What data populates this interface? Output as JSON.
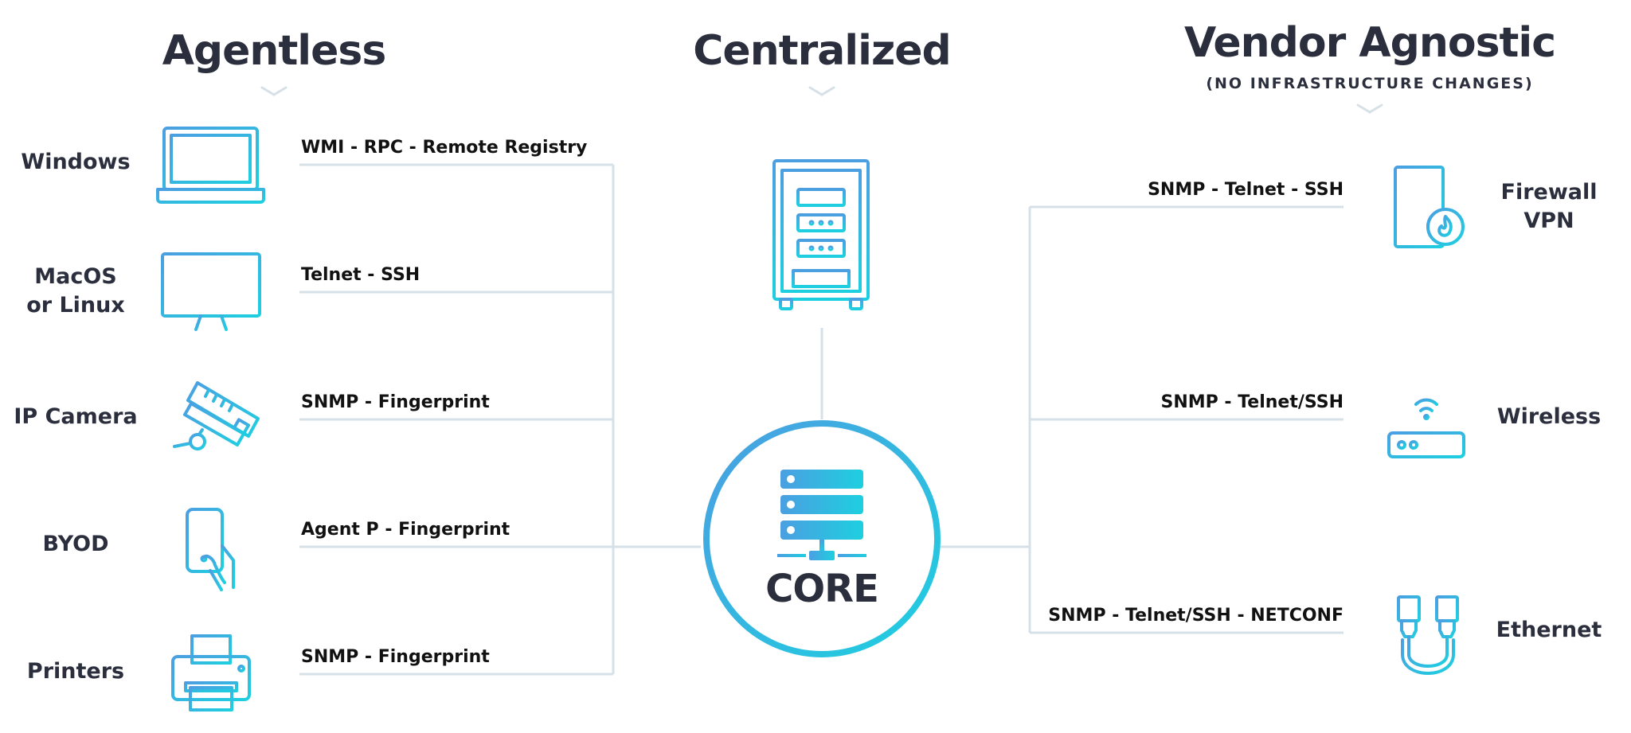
{
  "headers": {
    "agentless": "Agentless",
    "centralized": "Centralized",
    "vendor_agnostic": "Vendor Agnostic",
    "vendor_agnostic_sub": "(NO INFRASTRUCTURE CHANGES)"
  },
  "left_devices": [
    {
      "label": "Windows",
      "protocol": "WMI - RPC - Remote Registry",
      "icon": "laptop-icon"
    },
    {
      "label": "MacOS\nor Linux",
      "protocol": "Telnet - SSH",
      "icon": "monitor-icon"
    },
    {
      "label": "IP Camera",
      "protocol": "SNMP - Fingerprint",
      "icon": "ip-camera-icon"
    },
    {
      "label": "BYOD",
      "protocol": "Agent P - Fingerprint",
      "icon": "smartphone-icon"
    },
    {
      "label": "Printers",
      "protocol": "SNMP - Fingerprint",
      "icon": "printer-icon"
    }
  ],
  "right_devices": [
    {
      "label": "Firewall\nVPN",
      "protocol": "SNMP - Telnet - SSH",
      "icon": "firewall-server-icon"
    },
    {
      "label": "Wireless",
      "protocol": "SNMP - Telnet/SSH",
      "icon": "wireless-router-icon"
    },
    {
      "label": "Ethernet",
      "protocol": "SNMP - Telnet/SSH - NETCONF",
      "icon": "ethernet-cable-icon"
    }
  ],
  "core": {
    "label": "CORE",
    "icon": "server-stack-icon"
  },
  "central_server_icon": "server-rack-icon",
  "colors": {
    "text": "#2b2f3d",
    "line": "#d6e1e7",
    "gradient_start": "#4b9fe1",
    "gradient_end": "#1ecfe0"
  }
}
